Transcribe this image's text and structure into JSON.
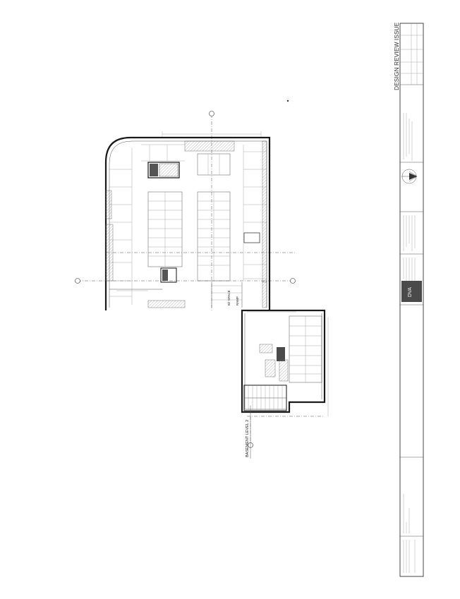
{
  "sheet": {
    "status": "DESIGN REVIEW ISSUE",
    "drawing_title": "BASEMENT LEVEL 2",
    "drawing_title_prefix": "B2",
    "ramp_label_1": "B2 SPACE",
    "ramp_label_2": "RAMP",
    "north": "N"
  },
  "grid_bubbles": [
    "",
    "",
    "",
    "",
    ""
  ],
  "title_block": {
    "firm_logo": "DVA",
    "notes": [
      "PROJECT ADDRESS",
      "123 SAMPLE STREET, SUITE 000",
      "CITY, STATE 00000",
      "TEL. 000.000.0000"
    ]
  },
  "colors": {
    "ink": "#1a1a1a",
    "hatch": "#9a9a9a",
    "tone": "#cfcfcf"
  }
}
